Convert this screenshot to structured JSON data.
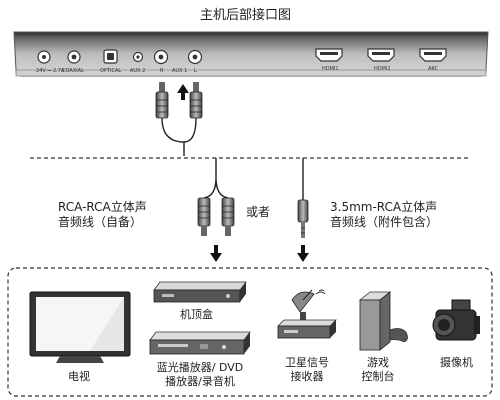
{
  "title": "主机后部接口图",
  "panel": {
    "power_label": "24V ⎓ 2.7A",
    "ports": [
      "COAXIAL",
      "OPTICAL",
      "AUX 2",
      "R",
      "AUX 1",
      "L",
      "HDMI1",
      "HDMI2",
      "ARC"
    ]
  },
  "cable_left": {
    "line1": "RCA-RCA立体声",
    "line2": "音频线（自备）"
  },
  "or_text": "或者",
  "cable_right": {
    "line1": "3.5mm-RCA立体声",
    "line2": "音频线（附件包含）"
  },
  "devices": [
    {
      "label": "电视",
      "icon": "tv-icon"
    },
    {
      "label": "机顶盒",
      "icon": "set-top-box-icon"
    },
    {
      "line1": "蓝光播放器/ DVD",
      "line2": "播放器/录音机",
      "icon": "dvd-player-icon"
    },
    {
      "line1": "卫星信号",
      "line2": "接收器",
      "icon": "satellite-receiver-icon"
    },
    {
      "line1": "游戏",
      "line2": "控制台",
      "icon": "game-console-icon"
    },
    {
      "label": "摄像机",
      "icon": "camcorder-icon"
    }
  ]
}
